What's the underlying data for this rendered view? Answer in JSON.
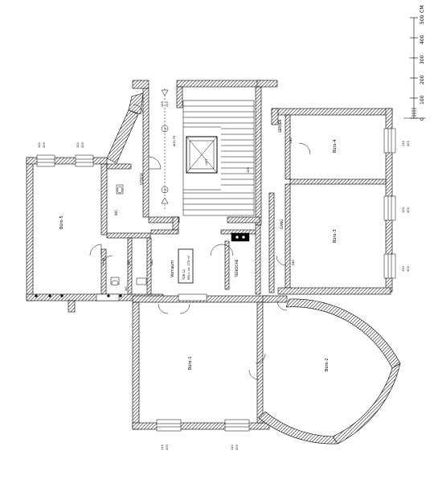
{
  "rooms": {
    "buero1": "Büro-1",
    "buero2": "Büro-2",
    "buero3": "Büro-3",
    "buero4": "Büro-4",
    "buero5": "Büro-5",
    "vorraum": "Vorraum",
    "gang": "GANG",
    "server": "SERVER",
    "teekueche": "TEEKÜCHE",
    "vr": "VR",
    "wc": "WC",
    "wc2": "WC",
    "stiege": "STIEGE",
    "lift": "LIFT"
  },
  "info_box": {
    "line1": "TÜR 12",
    "line2": "NFL= ca. 175 m²"
  },
  "annotations": {
    "level_mark": "Ф10,75",
    "stair_num_1": "①",
    "stair_num_2": "②",
    "doc_label": "DEC",
    "dim_125": "125",
    "dim_210": "210",
    "dim_110": "110",
    "dim_200": "200",
    "dim_130": "130",
    "dim_94": "94",
    "dim_285": "285"
  },
  "scale_bar": {
    "unit": "CM",
    "ticks": [
      "0",
      "100",
      "200",
      "300",
      "400",
      "500"
    ]
  }
}
